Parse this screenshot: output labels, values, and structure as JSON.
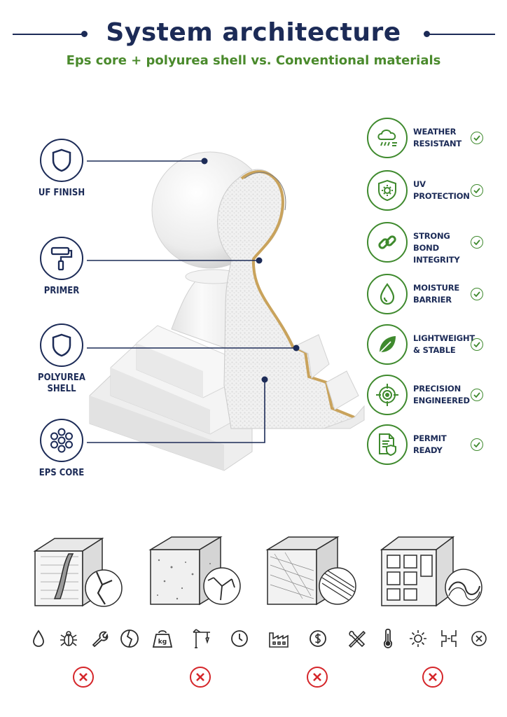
{
  "header": {
    "title": "System architecture",
    "subtitle": "Eps core + polyurea shell vs. Conventional materials"
  },
  "layers": [
    {
      "label": "UF FINISH",
      "icon": "shield-icon"
    },
    {
      "label": "PRIMER",
      "icon": "paint-roller-icon"
    },
    {
      "label": "POLYUREA\nSHELL",
      "icon": "shield-icon"
    },
    {
      "label": "EPS CORE",
      "icon": "eps-beads-icon"
    }
  ],
  "benefits": [
    {
      "line1": "WEATHER",
      "line2": "RESISTANT",
      "icon": "weather-cloud-icon"
    },
    {
      "line1": "UV",
      "line2": "PROTECTION",
      "icon": "uv-sun-shield-icon"
    },
    {
      "line1": "STRONG BOND",
      "line2": "INTEGRITY",
      "icon": "chain-link-icon"
    },
    {
      "line1": "MOISTURE",
      "line2": "BARRIER",
      "icon": "water-drop-icon"
    },
    {
      "line1": "LIGHTWEIGHT",
      "line2": "& STABLE",
      "icon": "leaf-icon"
    },
    {
      "line1": "PRECISION",
      "line2": "ENGINEERED",
      "icon": "target-icon"
    },
    {
      "line1": "PERMIT",
      "line2": "READY",
      "icon": "document-shield-icon"
    }
  ],
  "comparisons": [
    {
      "material": "wood",
      "icons": [
        "water-drop-icon",
        "bug-icon",
        "wrench-icon",
        "cracked-circle-icon"
      ],
      "result": "x"
    },
    {
      "material": "concrete",
      "icons": [
        "kg-weight-icon",
        "crane-icon",
        "clock-icon"
      ],
      "result": "x",
      "weight_label": "kg"
    },
    {
      "material": "fiberglass",
      "icons": [
        "factory-icon",
        "dollar-coin-icon",
        "tools-icon"
      ],
      "result": "x"
    },
    {
      "material": "pvc",
      "icons": [
        "thermometer-icon",
        "sun-icon",
        "expansion-icon",
        "x-circle-icon"
      ],
      "result": "x"
    }
  ],
  "colors": {
    "navy": "#1c2b57",
    "green": "#3f8a2e",
    "subtitle_green": "#4a8a2c",
    "red": "#d5262a"
  }
}
